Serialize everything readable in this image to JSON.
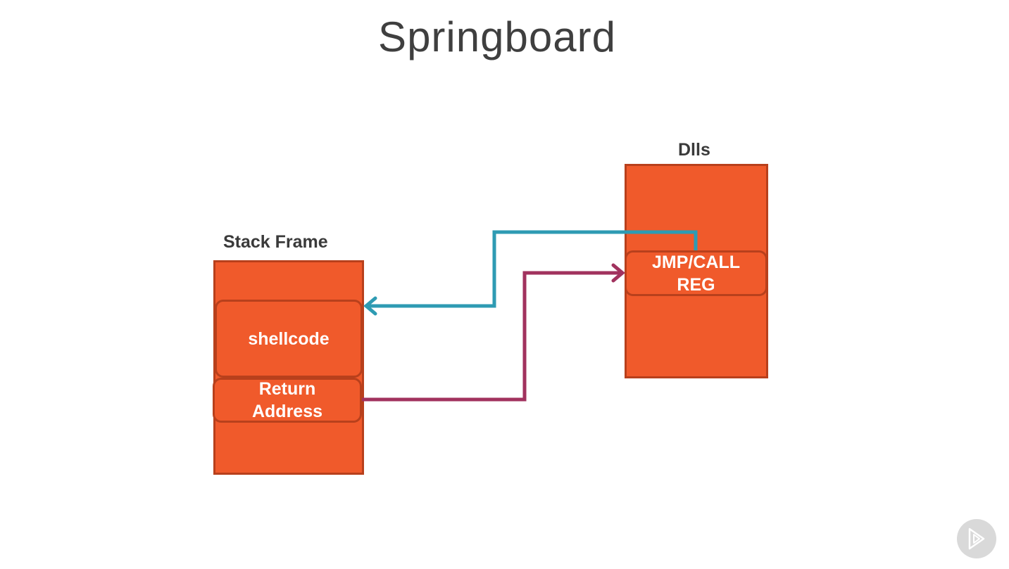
{
  "title": "Springboard",
  "stack": {
    "label": "Stack Frame",
    "shellcode": "shellcode",
    "return_address": "Return\nAddress"
  },
  "dlls": {
    "label": "Dlls",
    "jmp_call_reg": "JMP/CALL\nREG"
  },
  "colors": {
    "block": "#f05a2b",
    "border": "#b8401c",
    "jump_arrow": "#2e9bb3",
    "return_arrow": "#a1325e"
  },
  "icons": {
    "player": "play-icon"
  }
}
